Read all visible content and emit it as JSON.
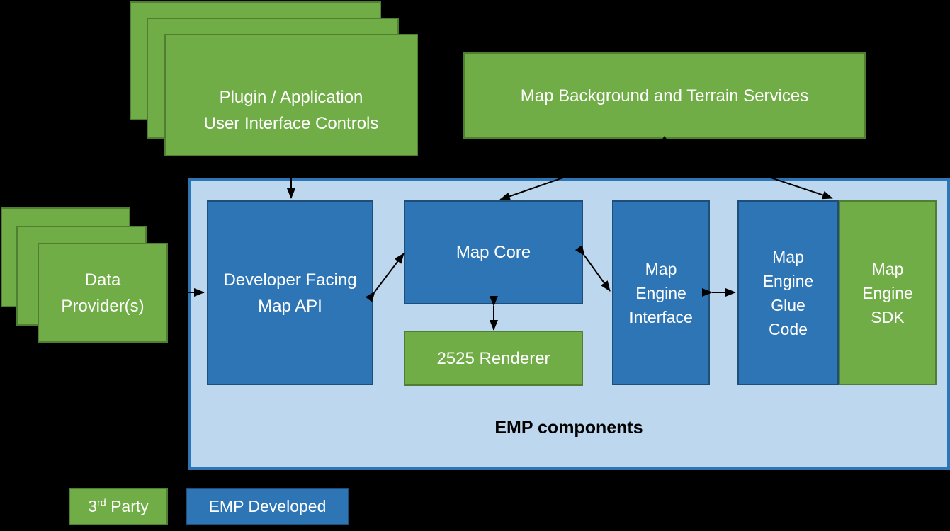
{
  "palette": {
    "third_party_green": "#70AD47",
    "green_border": "#507E32",
    "emp_blue": "#2E75B6",
    "blue_border": "#1F4E79",
    "container_fill": "#BDD7EE",
    "container_border": "#2E75B6",
    "arrow_color": "#000000",
    "background": "#000000"
  },
  "plugin_stack": {
    "line1": "Plugin / Application",
    "line2": "User Interface Controls"
  },
  "map_background_services": {
    "label": "Map Background and Terrain Services"
  },
  "data_providers": {
    "line1": "Data",
    "line2": "Provider(s)"
  },
  "container": {
    "label": "EMP components"
  },
  "boxes": {
    "developer_api": {
      "line1": "Developer Facing",
      "line2": "Map API"
    },
    "map_core": {
      "label": "Map Core"
    },
    "renderer": {
      "label": "2525 Renderer"
    },
    "engine_interface": {
      "line1": "Map",
      "line2": "Engine",
      "line3": "Interface"
    },
    "engine_glue": {
      "line1": "Map",
      "line2": "Engine",
      "line3": "Glue",
      "line4": "Code"
    },
    "engine_sdk": {
      "line1": "Map",
      "line2": "Engine",
      "line3": "SDK"
    }
  },
  "legend": {
    "third_party_base": "3",
    "third_party_sup": "rd",
    "third_party_rest": " Party",
    "emp_developed": "EMP Developed"
  }
}
